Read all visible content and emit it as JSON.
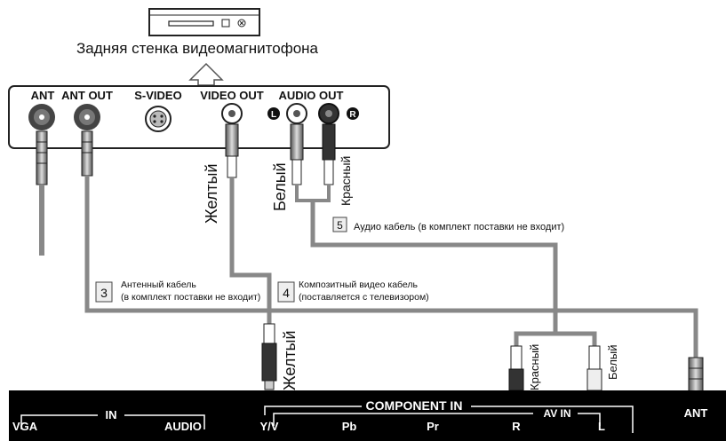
{
  "title": "Задняя стенка видеомагнитофона",
  "vcr_ports": {
    "ant": "ANT",
    "ant_out": "ANT OUT",
    "s_video": "S-VIDEO",
    "video_out": "VIDEO OUT",
    "audio_out": "AUDIO OUT",
    "left_mark": "L",
    "right_mark": "R"
  },
  "cable_labels": {
    "yellow_top": "Желтый",
    "white_top": "Белый",
    "red_top": "Красный",
    "yellow_bottom": "Желтый",
    "red_bottom": "Красный",
    "white_bottom": "Белый"
  },
  "callouts": {
    "audio": {
      "num": "5",
      "text": "Аудио кабель (в комплект поставки не входит)"
    },
    "antenna": {
      "num": "3",
      "line1": "Антенный кабель",
      "line2": "(в комплект поставки не входит)"
    },
    "composite": {
      "num": "4",
      "line1": "Композитный видео кабель",
      "line2": "(поставляется с телевизором)"
    }
  },
  "tv_panel": {
    "component_in": "COMPONENT IN",
    "av_in": "AV IN",
    "in": "IN",
    "vga": "VGA",
    "audio": "AUDIO",
    "yv": "Y/V",
    "pb": "Pb",
    "pr": "Pr",
    "r": "R",
    "l": "L",
    "ant": "ANT"
  }
}
